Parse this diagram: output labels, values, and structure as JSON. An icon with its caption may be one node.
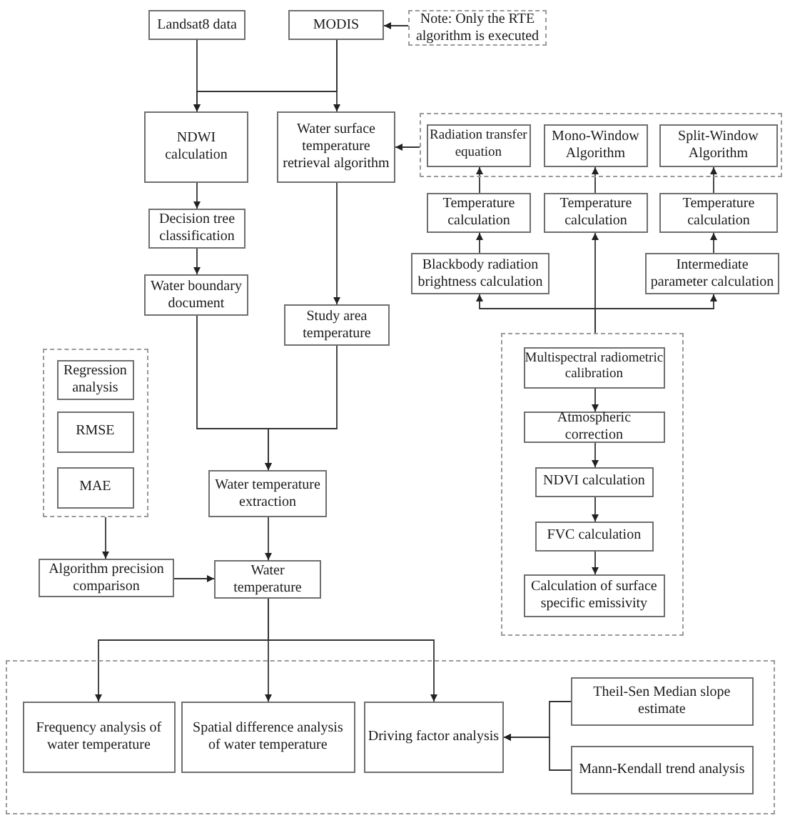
{
  "diagram": {
    "nodes": [
      {
        "text": [
          "Landsat8 data"
        ]
      },
      {
        "text": [
          "MODIS"
        ]
      },
      {
        "text": [
          "Note: Only the RTE algorithm is executed"
        ]
      },
      {
        "text": [
          "NDWI calculation"
        ]
      },
      {
        "text": [
          "Water surface temperature retrieval algorithm"
        ]
      },
      {
        "text": [
          "Decision tree classification"
        ]
      },
      {
        "text": [
          "Water boundary document"
        ]
      },
      {
        "text": [
          "Study area temperature"
        ]
      },
      {
        "text": [],
        "shape": "box"
      },
      {
        "text": [
          "Radiation transfer equation"
        ],
        "in": 8
      },
      {
        "text": [
          "Mono-Window Algorithm"
        ],
        "in": 8
      },
      {
        "text": [
          "Split-Window Algorithm"
        ],
        "in": 8
      },
      {
        "text": [
          "Temperature calculation"
        ]
      },
      {
        "text": [
          "Temperature calculation"
        ]
      },
      {
        "text": [
          "Temperature calculation"
        ]
      },
      {
        "text": [
          "Blackbody radiation brightness calculation"
        ]
      },
      {
        "text": [
          "Intermediate parameter calculation"
        ]
      },
      {
        "text": [],
        "shape": "box"
      },
      {
        "text": [
          "Multispectral radiometric calibration"
        ],
        "in": 17
      },
      {
        "text": [
          "Atmospheric correction"
        ],
        "in": 17
      },
      {
        "text": [
          "NDVI calculation"
        ],
        "in": 17
      },
      {
        "text": [
          "FVC calculation"
        ],
        "in": 17
      },
      {
        "text": [
          "Calculation of surface specific emissivity"
        ],
        "in": 17
      },
      {
        "text": [],
        "shape": "box"
      },
      {
        "text": [
          "Regression analysis"
        ],
        "in": 23
      },
      {
        "text": [
          "RMSE"
        ],
        "in": 23
      },
      {
        "text": [
          "MAE"
        ],
        "in": 23
      },
      {
        "text": [
          "Water temperature extraction"
        ]
      },
      {
        "text": [
          "Algorithm precision comparison"
        ]
      },
      {
        "text": [
          "Water temperature"
        ]
      },
      {
        "text": [],
        "shape": "box"
      },
      {
        "text": [
          "Frequency analysis of water temperature"
        ],
        "in": 30
      },
      {
        "text": [
          "Spatial difference analysis of water temperature"
        ],
        "in": 30
      },
      {
        "text": [
          "Driving factor analysis"
        ],
        "in": 30
      },
      {
        "text": [
          "Theil-Sen Median slope estimate"
        ],
        "in": 30
      },
      {
        "text": [
          "Mann-Kendall trend analysis"
        ],
        "in": 30
      }
    ],
    "edges": [
      {
        "from": 0,
        "to": 3,
        "arrow": "to"
      },
      {
        "from": 1,
        "to": 3,
        "arrow": "to"
      },
      {
        "from": 1,
        "to": 4,
        "arrow": "to"
      },
      {
        "from": 2,
        "to": 1,
        "arrow": "to"
      },
      {
        "from": 8,
        "to": 4,
        "arrow": "to"
      },
      {
        "from": 3,
        "to": 5,
        "arrow": "to"
      },
      {
        "from": 5,
        "to": 6,
        "arrow": "to"
      },
      {
        "from": 4,
        "to": 7,
        "arrow": "to"
      },
      {
        "from": 12,
        "to": 9,
        "arrow": "to"
      },
      {
        "from": 13,
        "to": 10,
        "arrow": "to"
      },
      {
        "from": 14,
        "to": 11,
        "arrow": "to"
      },
      {
        "from": 15,
        "to": 12,
        "arrow": "to"
      },
      {
        "from": 16,
        "to": 14,
        "arrow": "to"
      },
      {
        "from": 17,
        "to": 13,
        "arrow": "to"
      },
      {
        "from": 17,
        "to": 15,
        "arrow": "to"
      },
      {
        "from": 17,
        "to": 16,
        "arrow": "to"
      },
      {
        "from": 18,
        "to": 19,
        "arrow": "to"
      },
      {
        "from": 19,
        "to": 20,
        "arrow": "to"
      },
      {
        "from": 20,
        "to": 21,
        "arrow": "to"
      },
      {
        "from": 21,
        "to": 22,
        "arrow": "to"
      },
      {
        "from": 6,
        "to": 27,
        "arrow": "to"
      },
      {
        "from": 7,
        "to": 27,
        "arrow": "to"
      },
      {
        "from": 23,
        "to": 28,
        "arrow": "to"
      },
      {
        "from": 28,
        "to": 29,
        "arrow": "to"
      },
      {
        "from": 27,
        "to": 29,
        "arrow": "to"
      },
      {
        "from": 29,
        "to": 31,
        "arrow": "to"
      },
      {
        "from": 29,
        "to": 32,
        "arrow": "to"
      },
      {
        "from": 29,
        "to": 33,
        "arrow": "to"
      },
      {
        "from": 34,
        "to": 33,
        "arrow": "to"
      },
      {
        "from": 35,
        "to": 33,
        "arrow": "to"
      }
    ]
  }
}
